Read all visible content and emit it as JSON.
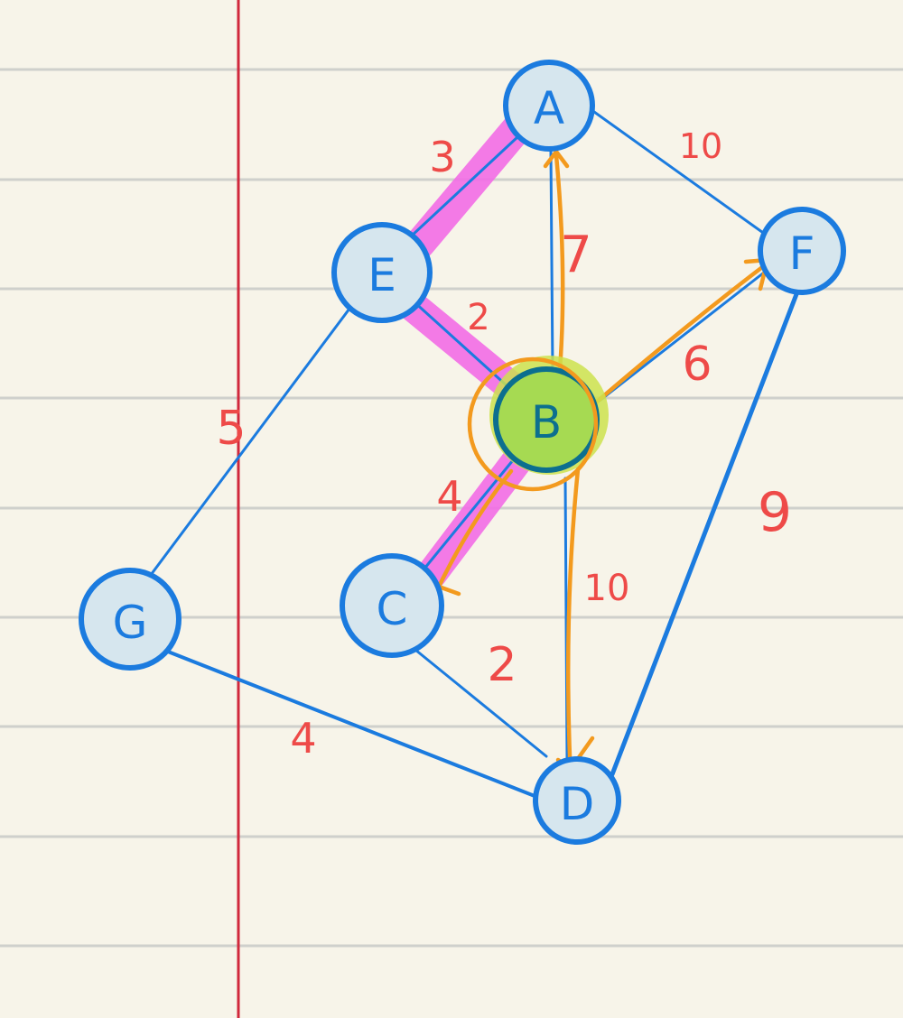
{
  "graph": {
    "nodes": [
      {
        "id": "A",
        "label": "A"
      },
      {
        "id": "E",
        "label": "E"
      },
      {
        "id": "F",
        "label": "F"
      },
      {
        "id": "B",
        "label": "B"
      },
      {
        "id": "G",
        "label": "G"
      },
      {
        "id": "C",
        "label": "C"
      },
      {
        "id": "D",
        "label": "D"
      }
    ],
    "edges": [
      {
        "from": "A",
        "to": "E",
        "weight": "3"
      },
      {
        "from": "A",
        "to": "F",
        "weight": "10"
      },
      {
        "from": "A",
        "to": "B",
        "weight": "7"
      },
      {
        "from": "E",
        "to": "B",
        "weight": "2"
      },
      {
        "from": "B",
        "to": "F",
        "weight": "6"
      },
      {
        "from": "E",
        "to": "G",
        "weight": "5"
      },
      {
        "from": "B",
        "to": "C",
        "weight": "4"
      },
      {
        "from": "B",
        "to": "D",
        "weight": "10"
      },
      {
        "from": "F",
        "to": "D",
        "weight": "9"
      },
      {
        "from": "C",
        "to": "D",
        "weight": "2"
      },
      {
        "from": "G",
        "to": "D",
        "weight": "4"
      }
    ],
    "highlighted_edges": [
      [
        "A",
        "E"
      ],
      [
        "E",
        "B"
      ],
      [
        "B",
        "C"
      ]
    ],
    "start_node": "B",
    "colors": {
      "paper": "#f7f4e9",
      "rule_lines": "#cfd0cc",
      "margin_line": "#d0283c",
      "edge": "#1b7bdf",
      "node_fill": "#d6e6ee",
      "start_node_fill": "#a6da52",
      "highlight": "#f36de6",
      "explore_arrows": "#f39a1e",
      "weight_text": "#ee4a48"
    }
  }
}
